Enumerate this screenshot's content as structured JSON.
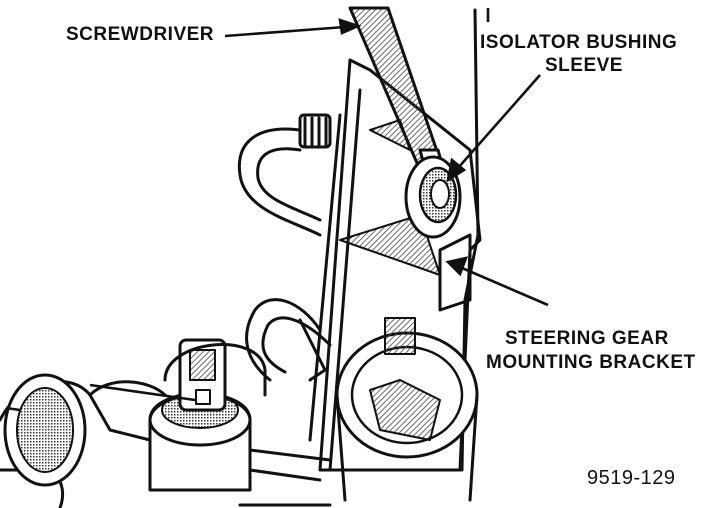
{
  "labels": {
    "screwdriver": "SCREWDRIVER",
    "isolator_line1": "ISOLATOR BUSHING",
    "isolator_line2": "SLEEVE",
    "bracket_line1": "STEERING GEAR",
    "bracket_line2": "MOUNTING BRACKET",
    "figure_number": "9519-129"
  },
  "colors": {
    "ink": "#111111",
    "background": "#ffffff",
    "hatch": "#555555"
  }
}
